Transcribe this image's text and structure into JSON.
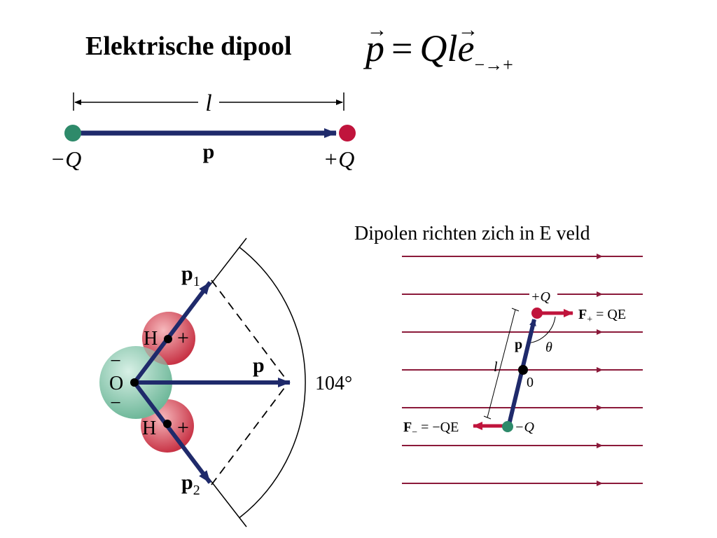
{
  "title": "Elektrische dipool",
  "formula": {
    "p": "p",
    "eq": "=",
    "rhs": "Ql",
    "e": "e",
    "sub": "−→+"
  },
  "dipole": {
    "length_label": "l",
    "vector_label": "p",
    "neg_charge": "−Q",
    "pos_charge": "+Q"
  },
  "water": {
    "p1": "p",
    "p1_sub": "1",
    "p2": "p",
    "p2_sub": "2",
    "p": "p",
    "angle": "104°",
    "oxygen": "O",
    "hydrogen_top": "H",
    "hydrogen_bottom": "H",
    "plus": "+",
    "minus": "−"
  },
  "field": {
    "caption": "Dipolen richten zich in E veld",
    "pos_charge": "+Q",
    "neg_charge": "−Q",
    "force_pos": "F",
    "force_pos_sub": "+",
    "force_pos_rhs": " = QE",
    "force_neg": "F",
    "force_neg_sub": "−",
    "force_neg_rhs": " = −QE",
    "vector_label": "p",
    "angle_label": "θ",
    "length_label": "l",
    "center_label": "0"
  },
  "colors": {
    "vector": "#1f2a6b",
    "positive": "#c0143c",
    "negative": "#2e8a6a",
    "field_line": "#8b1a3a",
    "oxygen": "#a8d8c4",
    "hydrogen": "#e8707a"
  }
}
